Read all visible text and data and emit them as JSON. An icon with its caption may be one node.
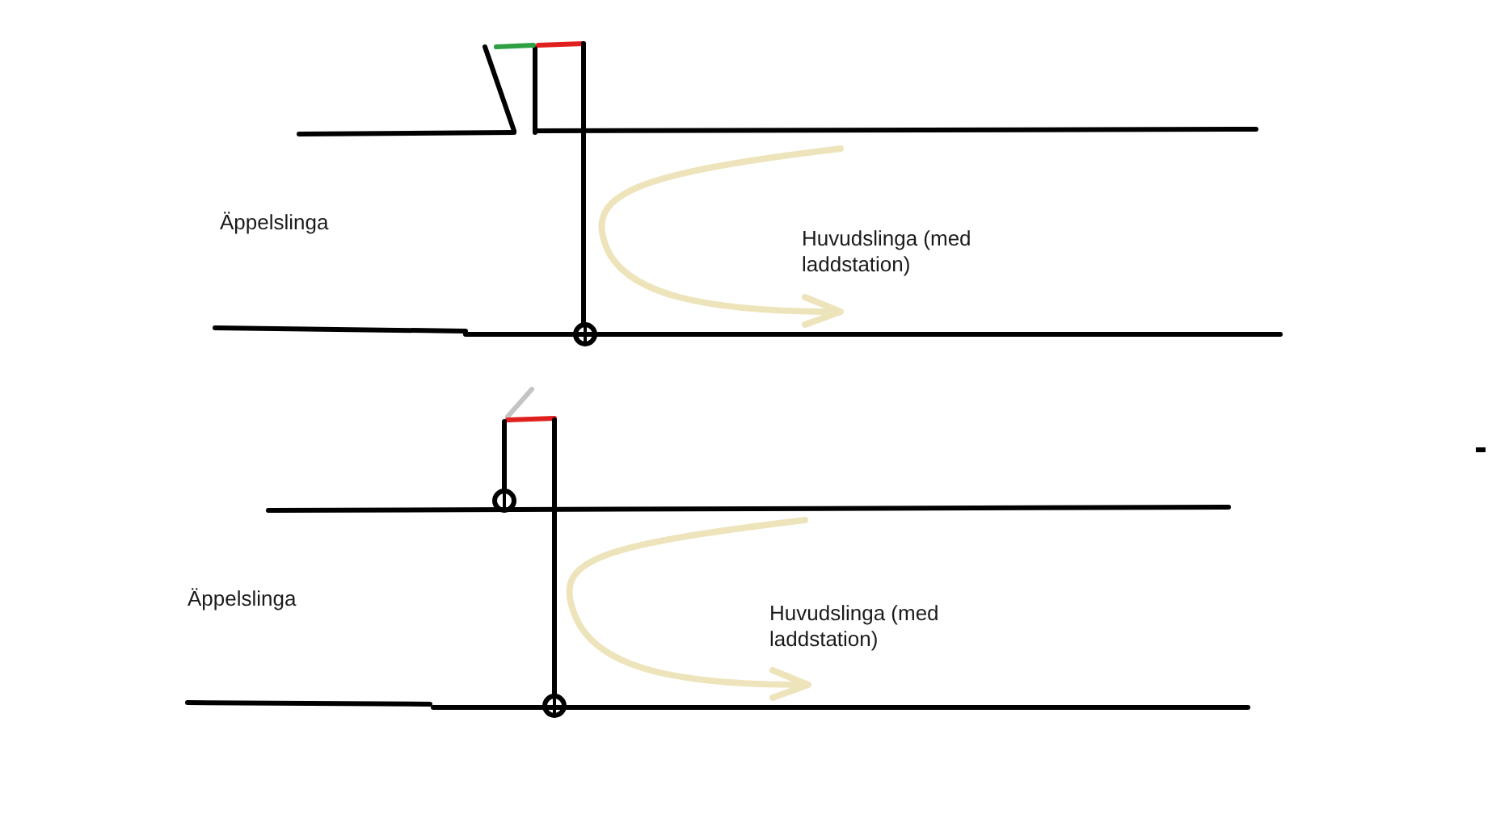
{
  "diagram": {
    "labels": [
      "Äppelslinga",
      "Huvudslinga (med laddstation)",
      "Äppelslinga",
      "Huvudslinga (med laddstation)"
    ]
  }
}
